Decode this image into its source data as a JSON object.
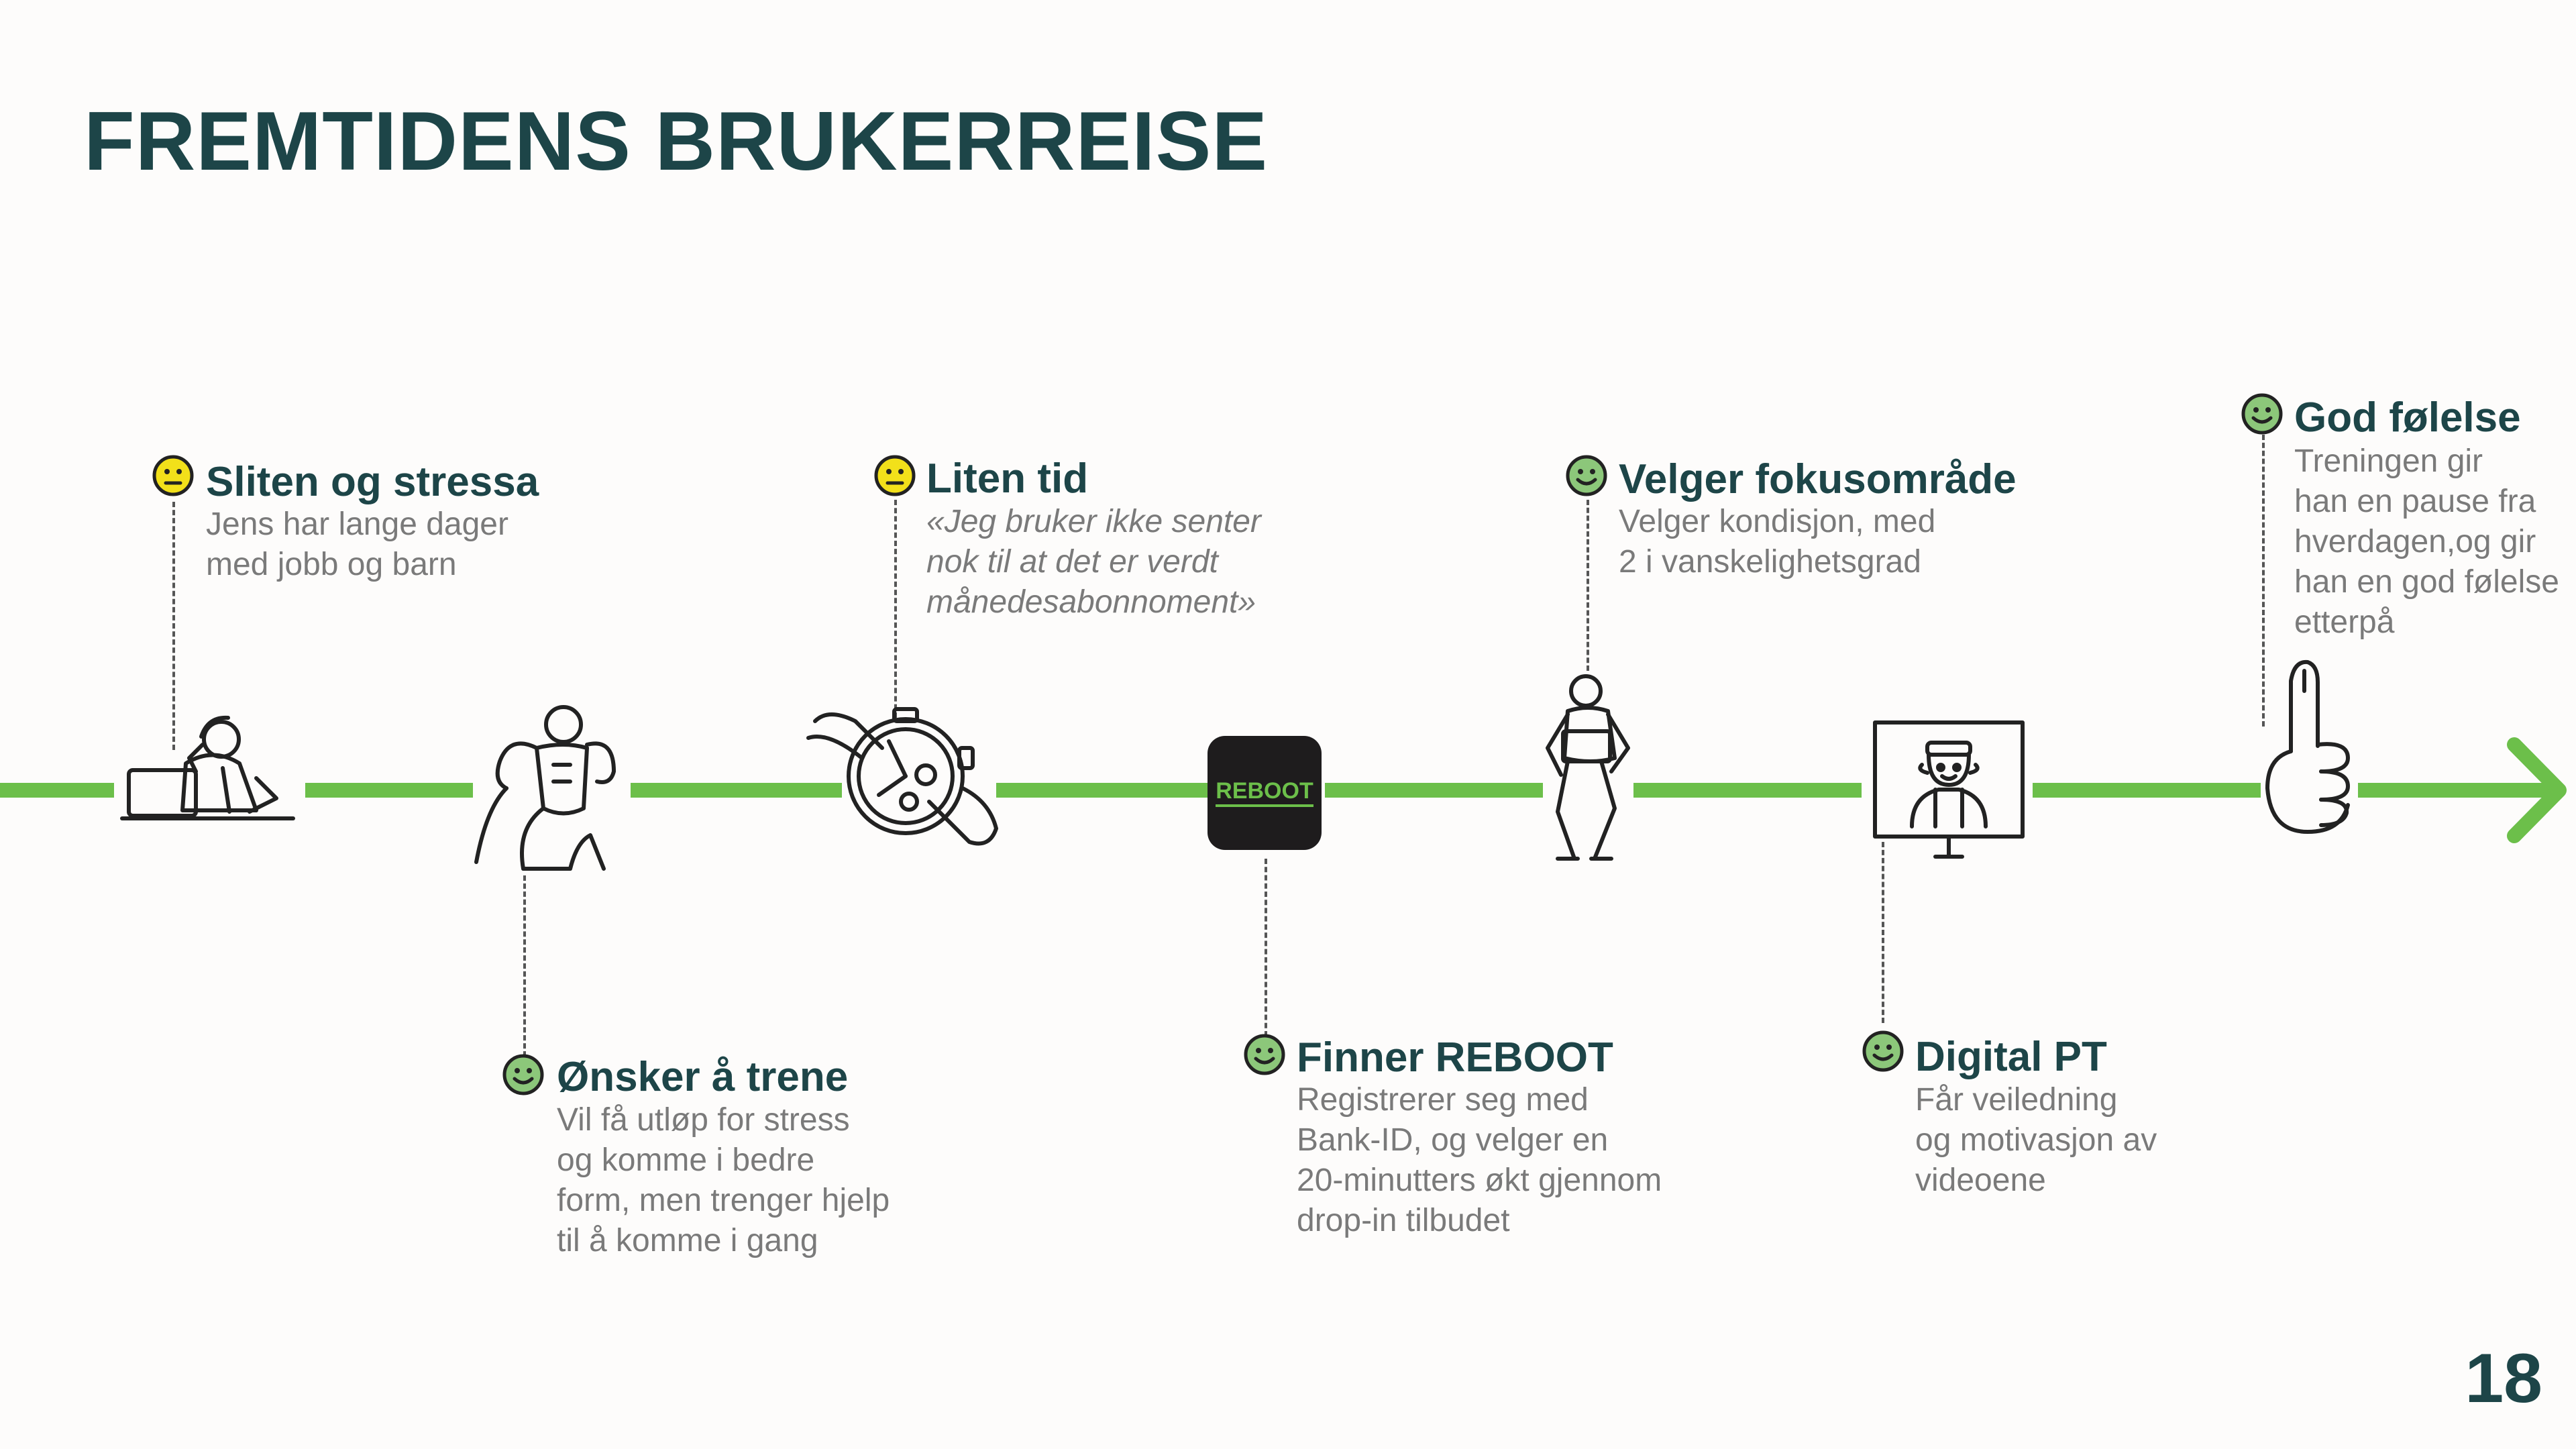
{
  "title": "FREMTIDENS BRUKERREISE",
  "page_number": "18",
  "colors": {
    "title": "#1d4548",
    "timeline": "#6cbf4a",
    "neutral_face": "#f2e01a",
    "happy_face": "#8cc77a",
    "description": "#7a7a7a"
  },
  "steps": [
    {
      "heading": "Sliten og stressa",
      "lines": [
        "Jens har lange dager",
        "med jobb og barn"
      ],
      "mood": "neutral",
      "icon": "stressed-man-laptop-icon"
    },
    {
      "heading": "Ønsker å trene",
      "lines": [
        "Vil få utløp for stress",
        "og komme i bedre",
        "form, men trenger hjelp",
        "til å komme i gang"
      ],
      "mood": "happy",
      "icon": "muscular-man-icon"
    },
    {
      "heading": "Liten tid",
      "lines": [
        "«Jeg bruker ikke senter",
        "nok til at det er verdt",
        "månedesabonnoment»"
      ],
      "mood": "neutral",
      "icon": "wristwatch-icon"
    },
    {
      "heading": "Finner REBOOT",
      "lines": [
        "Registrerer seg med",
        "Bank-ID, og velger en",
        "20-minutters økt gjennom",
        "drop-in tilbudet"
      ],
      "mood": "happy",
      "icon": "reboot-app-icon",
      "app_label": "REBOOT"
    },
    {
      "heading": "Velger fokusområde",
      "lines": [
        "Velger kondisjon, med",
        "2 i vanskelighetsgrad"
      ],
      "mood": "happy",
      "icon": "runner-icon"
    },
    {
      "heading": "Digital PT",
      "lines": [
        "Får veiledning",
        "og motivasjon av",
        "videoene"
      ],
      "mood": "happy",
      "icon": "video-trainer-monitor-icon"
    },
    {
      "heading": "God følelse",
      "lines": [
        "Treningen gir",
        "han en pause fra",
        "hverdagen,og gir",
        "han en god følelse",
        "etterpå"
      ],
      "mood": "happy",
      "icon": "thumbs-up-icon"
    }
  ]
}
